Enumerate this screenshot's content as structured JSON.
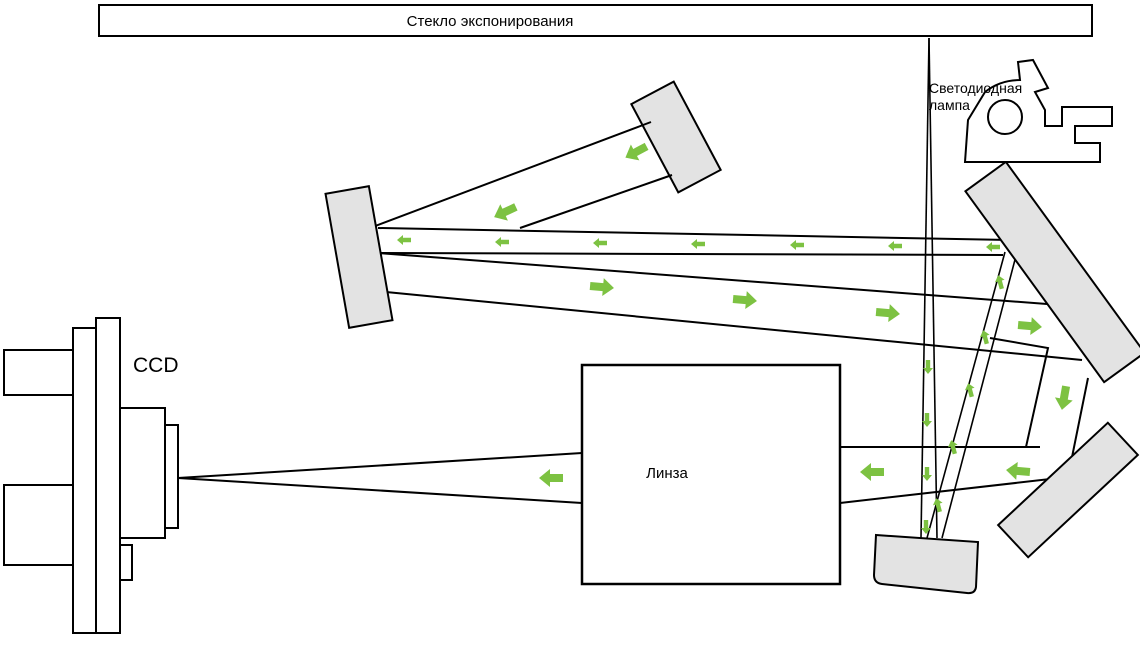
{
  "labels": {
    "exposure_glass": "Стекло экспонирования",
    "led_lamp_line1": "Светодиодная",
    "led_lamp_line2": "лампа",
    "ccd": "CCD",
    "lens": "Линза"
  },
  "colors": {
    "arrow": "#7dc242",
    "mirror_fill": "#e3e3e3",
    "stroke": "#000000",
    "background": "#ffffff"
  }
}
